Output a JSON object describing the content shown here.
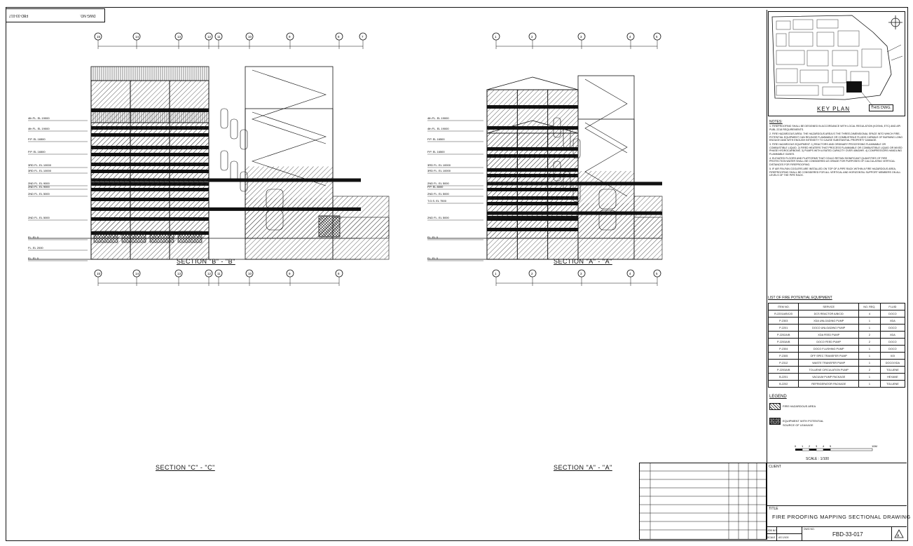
{
  "stamp": {
    "label": "DWG NO.",
    "number": "FBD-33-017"
  },
  "sections": [
    {
      "title": "SECTION \"B\" - \"B\"",
      "grid": [
        "15",
        "14",
        "13",
        "12",
        "11",
        "10",
        "9",
        "8",
        "7"
      ],
      "levels": [
        "4th FL. EL 19000",
        "P.P. EL 16500",
        "3RD FL. EL 10000",
        "2ND FL. EL 9000",
        "2ND FL. EL 5000",
        "FL. EL 0"
      ]
    },
    {
      "title": "SECTION \"A\" - \"A\"",
      "grid": [
        "1",
        "2",
        "3",
        "4",
        "5"
      ],
      "levels": [
        "4th FL. EL 19000",
        "P.P. EL 16500",
        "3RD FL. EL 10000",
        "2ND FL. EL 5000",
        "2ND FL. EL 5000",
        "FL. EL 0"
      ]
    },
    {
      "title": "SECTION \"C\" - \"C\"",
      "grid": [
        "15",
        "14",
        "13",
        "12",
        "11",
        "10",
        "9",
        "8"
      ],
      "levels": [
        "4th FL. EL 19000",
        "P.P. EL 16500",
        "3RD FL. EL 10000",
        "2ND FL. EL 9000",
        "2ND FL. EL 5000",
        "FL. EL 2000",
        "FL. EL 0"
      ]
    },
    {
      "title": "SECTION \"A\" - \"A\"",
      "grid": [
        "1",
        "2",
        "3",
        "4",
        "5"
      ],
      "levels": [
        "4th FL. EL 19000",
        "P.P. EL 16500",
        "3RD FL. EL 10000",
        "P.P. EL 8000",
        "T.O.S. EL 7500",
        "2ND FL. EL 5000",
        "FL. EL 0"
      ]
    }
  ],
  "key_plan": {
    "title": "KEY PLAN",
    "this_dwg": "THIS DWG."
  },
  "notes": {
    "heading": "NOTES:",
    "items": [
      "1. FIREPROOFING SHALL BE DESIGNED IN ACCORDANCE WITH LOCAL REGULATION (KOSHA, ETC) AND API PUBL 2218 REQUIREMENTS.",
      "2. FIRE HAZARDOUS AREA: THE HAZARDOUS AREA IS THE THREE-DIMENSIONAL SPACE INTO WHICH FIRE-POTENTIAL EQUIPMENT CAN RELEASE FLAMMABLE OR COMBUSTIBLE FLUIDS CAPABLE OF BURNING LONG ENOUGH AND WITH ENOUGH INTENSITY TO CAUSE SUBSTANTIAL PROPERTY DAMAGE.",
      "3. FIRE HAZARDOUS EQUIPMENT: 1) REACTORS AND ORDINARY PROCESSING FLAMMABLE OR COMBUSTIBLE LIQUID. 2) FIRED HEATERS THAT PROCESS FLAMMABLE OR COMBUSTIBLE LIQUID OR MIXED PHASE HYDROCARBONS. 3) PUMPS WITH A RATED CAPACITY OVER 45M3/HR. 4) COMPRESSORS HANDLING FLAMMABLE GASES.",
      "4. ELEVATED FLOORS AND PLATFORMS THAT COULD RETAIN SIGNIFICANT QUANTITIES OF FIRE PROTECTION WATER SHALL BE CONSIDERED AS GRADE FOR PURPOSES OF CALCULATING VERTICAL DISTANCES FOR FIREPROOFING.",
      "5. IF AIR FIN-FAN COOLERS ARE INSTALLED ON TOP OF A PIPE RACK WITHIN A FIRE HAZARDOUS AREA, FIREPROOFING SHALL BE CONSIDERED FOR ALL VERTICAL AND HORIZONTAL SUPPORT MEMBERS ON ALL LEVELS OF THE PIPE RACK."
    ]
  },
  "equipment": {
    "title": "LIST OF FIRE POTENTIAL EQUIPMENT",
    "headers": [
      "ITEM NO.",
      "SERVICE",
      "NO. REQ.",
      "FLUID"
    ],
    "rows": [
      [
        "R-2201A/B/C/D",
        "DCS REACTOR A/B/C/D",
        "4",
        "DOCO"
      ],
      [
        "P-2303",
        "XDA UNLOADING PUMP",
        "1",
        "XDA"
      ],
      [
        "P-2201",
        "DOCO UNLOADING PUMP",
        "1",
        "DOCO"
      ],
      [
        "P-2202A/B",
        "XDA FEED PUMP",
        "2",
        "XDA"
      ],
      [
        "P-2203A/B",
        "DOCO FEED PUMP",
        "2",
        "DOCO"
      ],
      [
        "P-2304",
        "DOCO FLUSHING PUMP",
        "1",
        "DOCO"
      ],
      [
        "P-2305",
        "OFF SPEC TRANSFER PUMP",
        "1",
        "XOI"
      ],
      [
        "P-2312",
        "WASTE TRANSFER PUMP",
        "1",
        "DOCO/XDA"
      ],
      [
        "P-2203A/B",
        "TOLUENE CIRCULATION PUMP",
        "2",
        "TOLUENE"
      ],
      [
        "B-2201",
        "VACUUM PUMP PACKAGE",
        "1",
        "HEXANE"
      ],
      [
        "B-2202",
        "REFRIGERATOR PACKAGE",
        "1",
        "TOLUENE"
      ]
    ]
  },
  "legend": {
    "title": "LEGEND",
    "items": [
      "FIRE HAZARDOUS AREA",
      "EQUIPMENT WITH POTENTIAL SOURCE OF LEAKAGE"
    ]
  },
  "scale": {
    "ticks": [
      "0",
      "1",
      "2",
      "3",
      "4",
      "5",
      "10M"
    ],
    "label": "SCALE : 1/100"
  },
  "title_block": {
    "client_label": "CLIENT",
    "title_label": "TITLE",
    "title": "FIRE PROOFING MAPPING SECTIONAL DRAWING",
    "job_label": "JOB NO.",
    "scale_label": "SCALE",
    "scale_value": "AS 1/100",
    "dwg_label": "DWG NO.",
    "dwg_no": "FBD-33-017",
    "rev": "A"
  },
  "colors": {
    "ink": "#111111",
    "paper": "#ffffff",
    "hatch": "#333333"
  }
}
